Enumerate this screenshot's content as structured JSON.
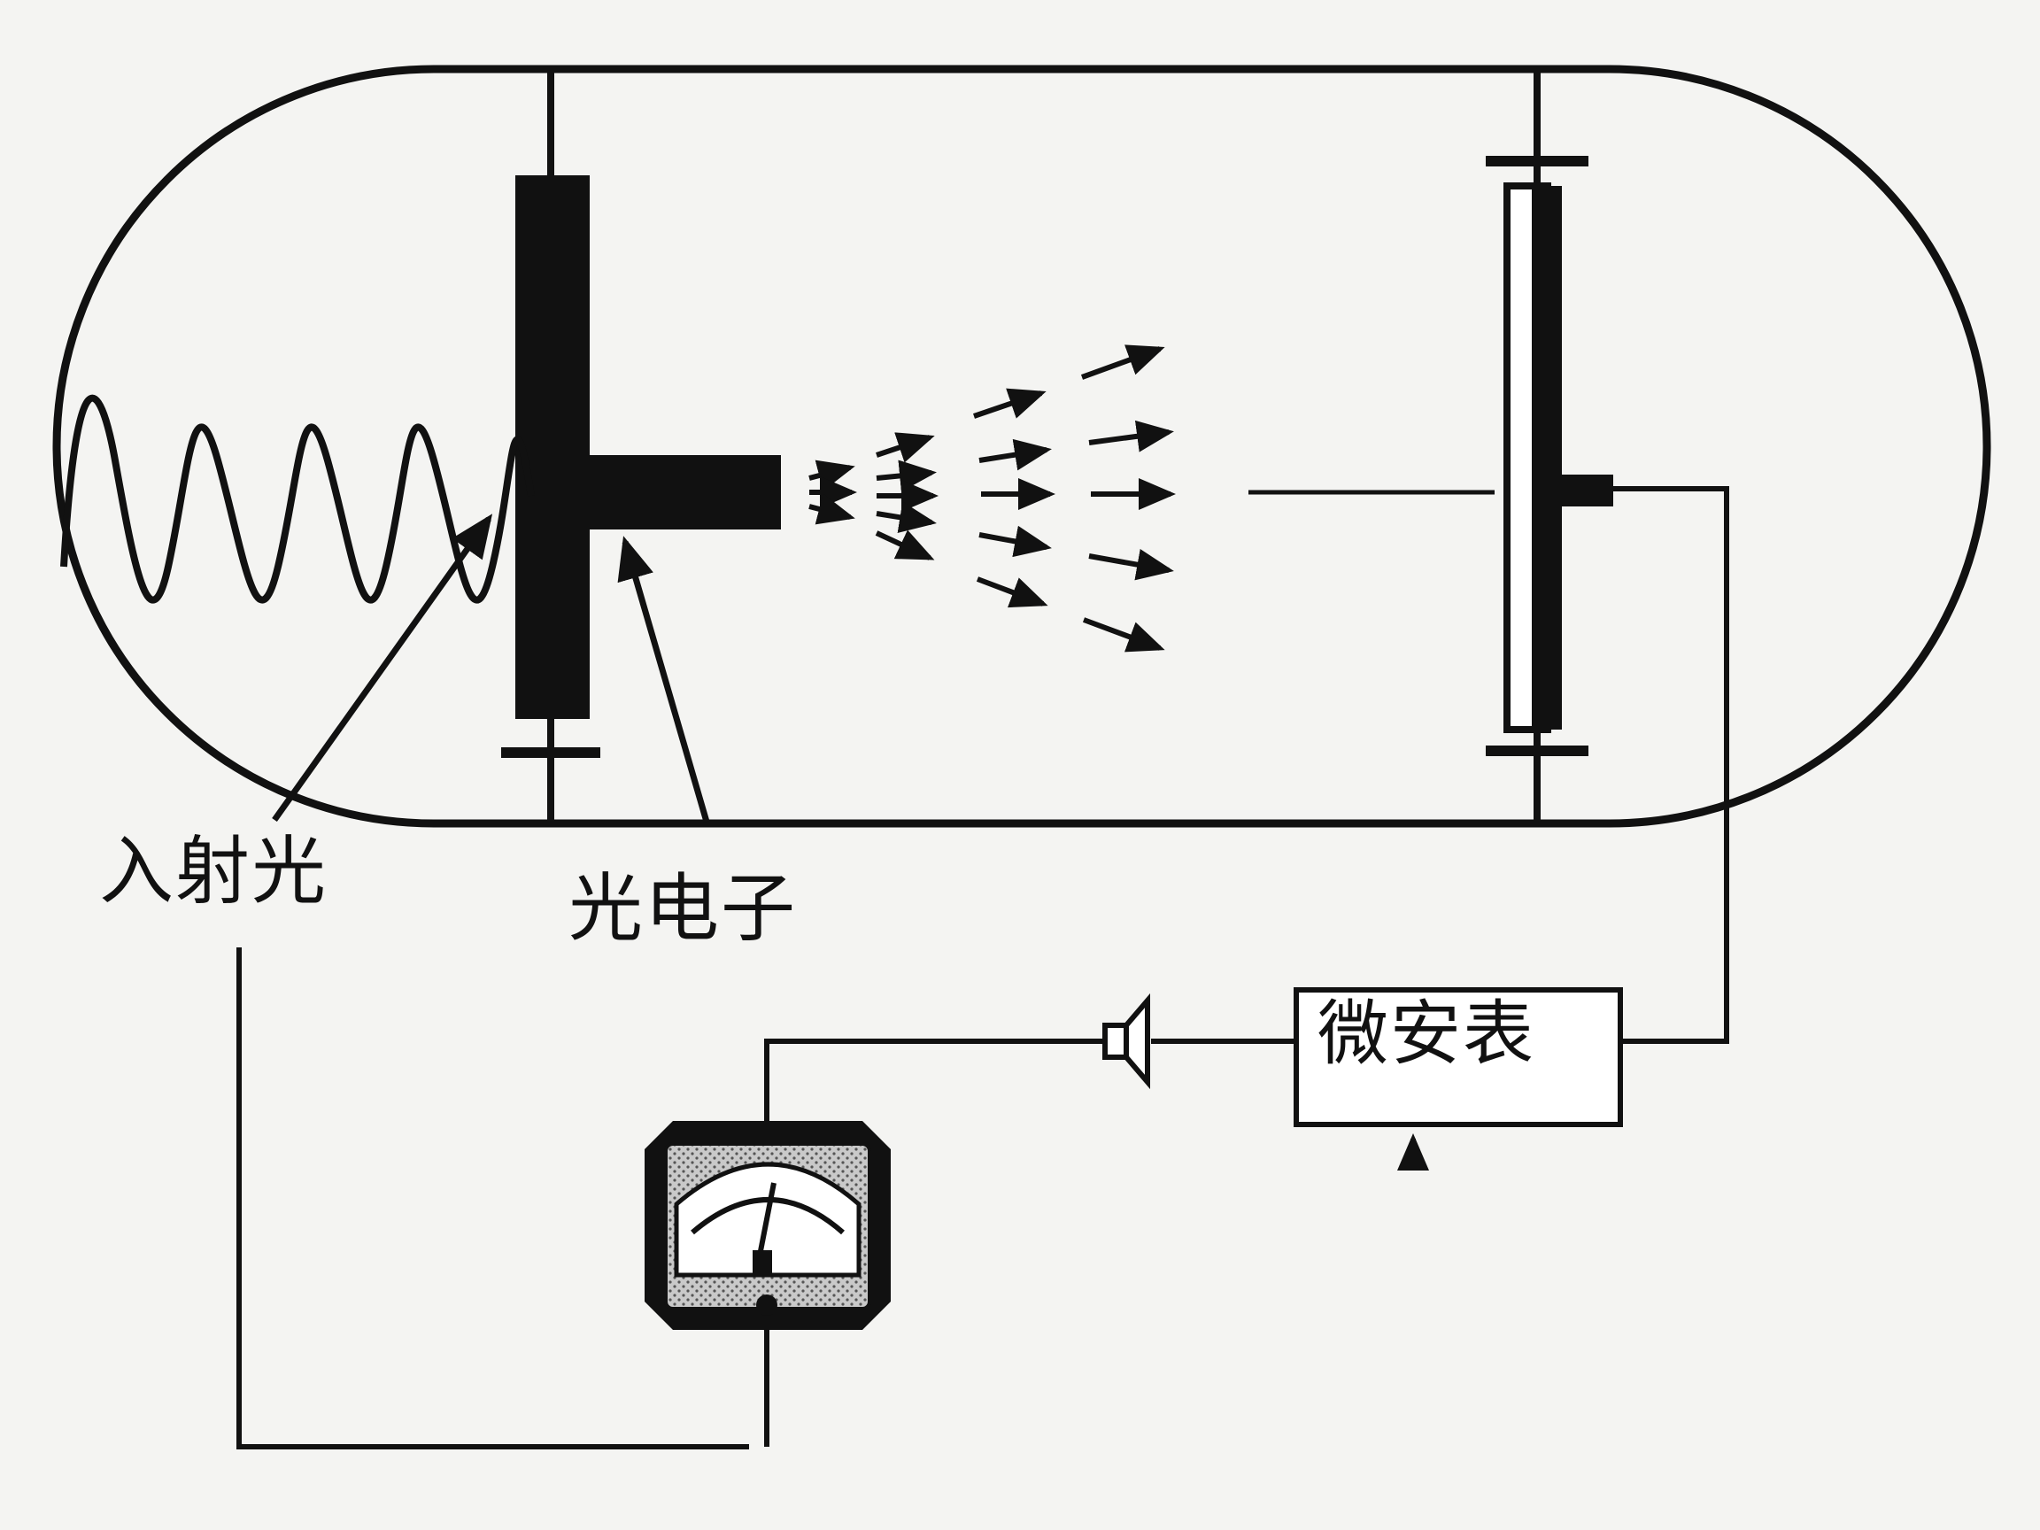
{
  "labels": {
    "incident_light": "入射光",
    "photoelectron": "光电子",
    "microammeter": "微安表"
  },
  "colors": {
    "ink": "#111111",
    "paper": "#f4f4f2",
    "dial_face": "#ffffff",
    "gauge_shading": "#b8b8b8"
  }
}
